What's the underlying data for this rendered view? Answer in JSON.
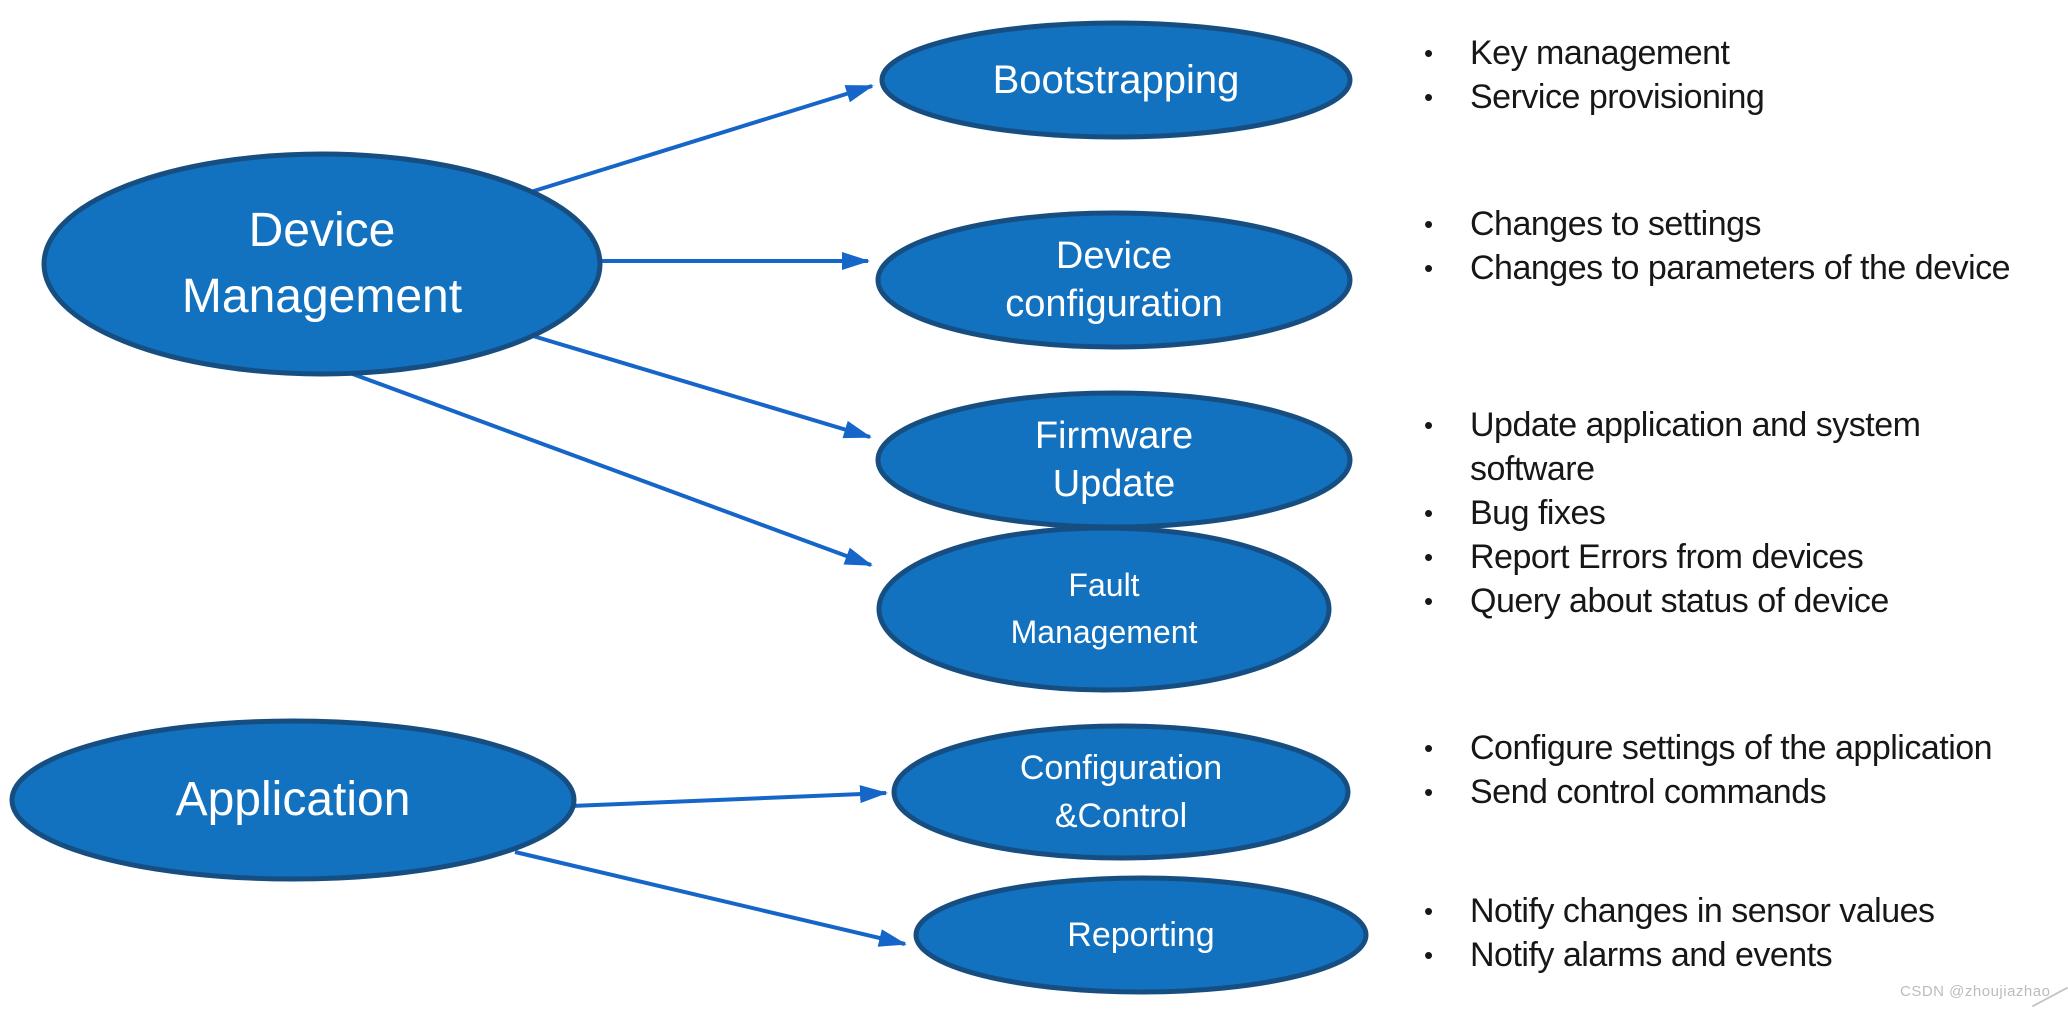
{
  "ui": {
    "bullet_char": "•"
  },
  "colors": {
    "node_fill": "#1272bf",
    "node_stroke": "#174e82",
    "arrow": "#1566c8",
    "body_text": "#171717",
    "node_text": "#ffffff",
    "watermark": "#bcbcbc",
    "background": "#ffffff"
  },
  "nodes": {
    "device_management": {
      "lines": [
        "Device",
        "Management"
      ]
    },
    "application": {
      "lines": [
        "Application"
      ]
    },
    "bootstrapping": {
      "lines": [
        "Bootstrapping"
      ]
    },
    "device_configuration": {
      "lines": [
        "Device",
        "configuration"
      ]
    },
    "firmware_update": {
      "lines": [
        "Firmware",
        "Update"
      ]
    },
    "fault_management": {
      "lines": [
        "Fault",
        "Management"
      ]
    },
    "configuration_control": {
      "lines": [
        "Configuration",
        "&Control"
      ]
    },
    "reporting": {
      "lines": [
        "Reporting"
      ]
    }
  },
  "groups": {
    "g1": {
      "items": [
        "Key management",
        "Service provisioning"
      ]
    },
    "g2": {
      "items": [
        "Changes to settings",
        "Changes to parameters of the device"
      ]
    },
    "g3": {
      "items": [
        "Update application and system",
        "software",
        "Bug fixes",
        "Report Errors from devices",
        "Query about status of device"
      ]
    },
    "g4": {
      "items": [
        "Configure settings of the application",
        "Send control commands"
      ]
    },
    "g5": {
      "items": [
        "Notify changes in sensor values",
        "Notify alarms and events"
      ]
    }
  },
  "watermark": {
    "text": "CSDN @zhoujiazhao"
  }
}
